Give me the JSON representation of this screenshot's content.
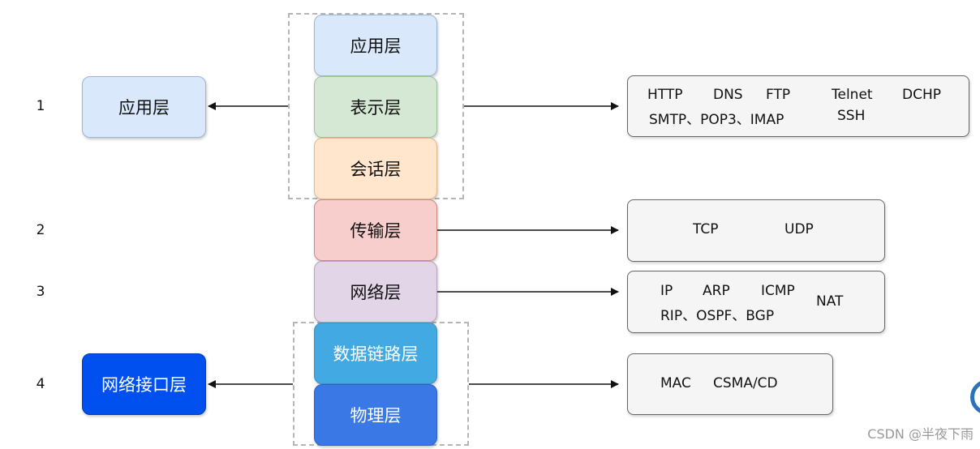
{
  "numbers": [
    "1",
    "2",
    "3",
    "4"
  ],
  "osi_layers": [
    {
      "label": "应用层",
      "fill": "#dae8fc",
      "stroke": "#9bb7d8"
    },
    {
      "label": "表示层",
      "fill": "#d5e8d4",
      "stroke": "#9fc39b"
    },
    {
      "label": "会话层",
      "fill": "#ffe6cc",
      "stroke": "#e3b98a"
    },
    {
      "label": "传输层",
      "fill": "#f8cecc",
      "stroke": "#c98a87"
    },
    {
      "label": "网络层",
      "fill": "#e1d5e7",
      "stroke": "#b7a3c4"
    },
    {
      "label": "数据链路层",
      "fill": "#43a9e2",
      "stroke": "#3a8fc4"
    },
    {
      "label": "物理层",
      "fill": "#3a78e6",
      "stroke": "#2d62c0"
    }
  ],
  "tcpip": {
    "application": {
      "label": "应用层",
      "fill": "#dae8fc",
      "stroke": "#9bb7d8"
    },
    "network_interface": {
      "label": "网络接口层",
      "fill": "#0050ef",
      "stroke": "#003cb0"
    }
  },
  "protocols": {
    "application": {
      "http": "HTTP",
      "dns": "DNS",
      "ftp": "FTP",
      "telnet": "Telnet",
      "dchp": "DCHP",
      "smtp_line": "SMTP、POP3、IMAP",
      "ssh": "SSH"
    },
    "transport": {
      "tcp": "TCP",
      "udp": "UDP"
    },
    "network": {
      "ip": "IP",
      "arp": "ARP",
      "icmp": "ICMP",
      "routing_line": "RIP、OSPF、BGP",
      "nat": "NAT"
    },
    "link": {
      "mac": "MAC",
      "csma": "CSMA/CD"
    }
  },
  "watermark": "CSDN @半夜下雨",
  "colors": {
    "arrow": "#111111",
    "dash": "#b5b5b5",
    "proto_fill": "#f5f5f5",
    "proto_stroke": "#666666"
  }
}
